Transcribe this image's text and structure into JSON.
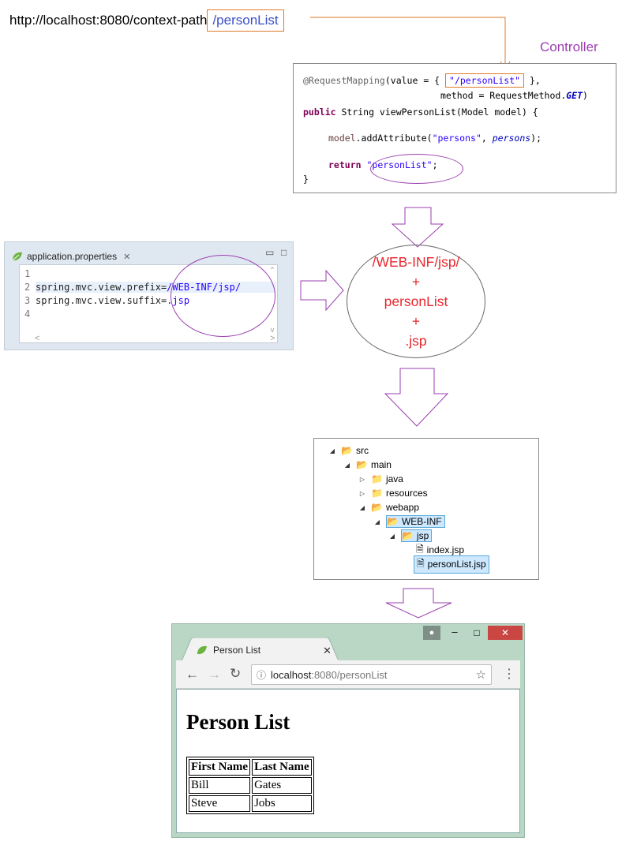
{
  "url": {
    "base": "http://localhost:8080/context-path",
    "path": "/personList"
  },
  "controller_label": "Controller",
  "code": {
    "l1_annotation": "@RequestMapping",
    "l1_a": "(value = { ",
    "l1_mapping": "\"/personList\"",
    "l1_b": " },",
    "l2_a": "method = RequestMethod.",
    "l2_get": "GET",
    "l2_b": ")",
    "l3_public": "public",
    "l3_rest": " String viewPersonList(Model model) {",
    "l4_var": "model",
    "l4_a": ".addAttribute(",
    "l4_str": "\"persons\"",
    "l4_comma": ", ",
    "l4_fld": "persons",
    "l4_end": ");",
    "l5_return": "return",
    "l5_str": "\"personList\"",
    "l5_end": ";",
    "l6_close": "}"
  },
  "properties": {
    "tab_title": "application.properties",
    "line_numbers": [
      "1",
      "2",
      "3",
      "4"
    ],
    "line2_key": "spring.mvc.view.prefix=",
    "line2_value": "/WEB-INF/jsp/",
    "line3_key": "spring.mvc.view.suffix=",
    "line3_value": ".jsp"
  },
  "resolve": {
    "line1": "/WEB-INF/jsp/",
    "plus1": "+",
    "line2": "personList",
    "plus2": "+",
    "line3": ".jsp"
  },
  "tree": {
    "src": "src",
    "main": "main",
    "java": "java",
    "resources": "resources",
    "webapp": "webapp",
    "webinf": "WEB-INF",
    "jsp": "jsp",
    "index": "index.jsp",
    "personlist": "personList.jsp"
  },
  "browser": {
    "tab_title": "Person List",
    "address_host": "localhost",
    "address_rest": ":8080/personList",
    "heading": "Person List",
    "table_headers": [
      "First Name",
      "Last Name"
    ],
    "table_rows": [
      [
        "Bill",
        "Gates"
      ],
      [
        "Steve",
        "Jobs"
      ]
    ]
  },
  "colors": {
    "highlight_orange": "#e07a2a",
    "ellipse_purple": "#9b3fb0",
    "resolve_red": "#e8272e",
    "url_blue": "#3a4fc7"
  }
}
